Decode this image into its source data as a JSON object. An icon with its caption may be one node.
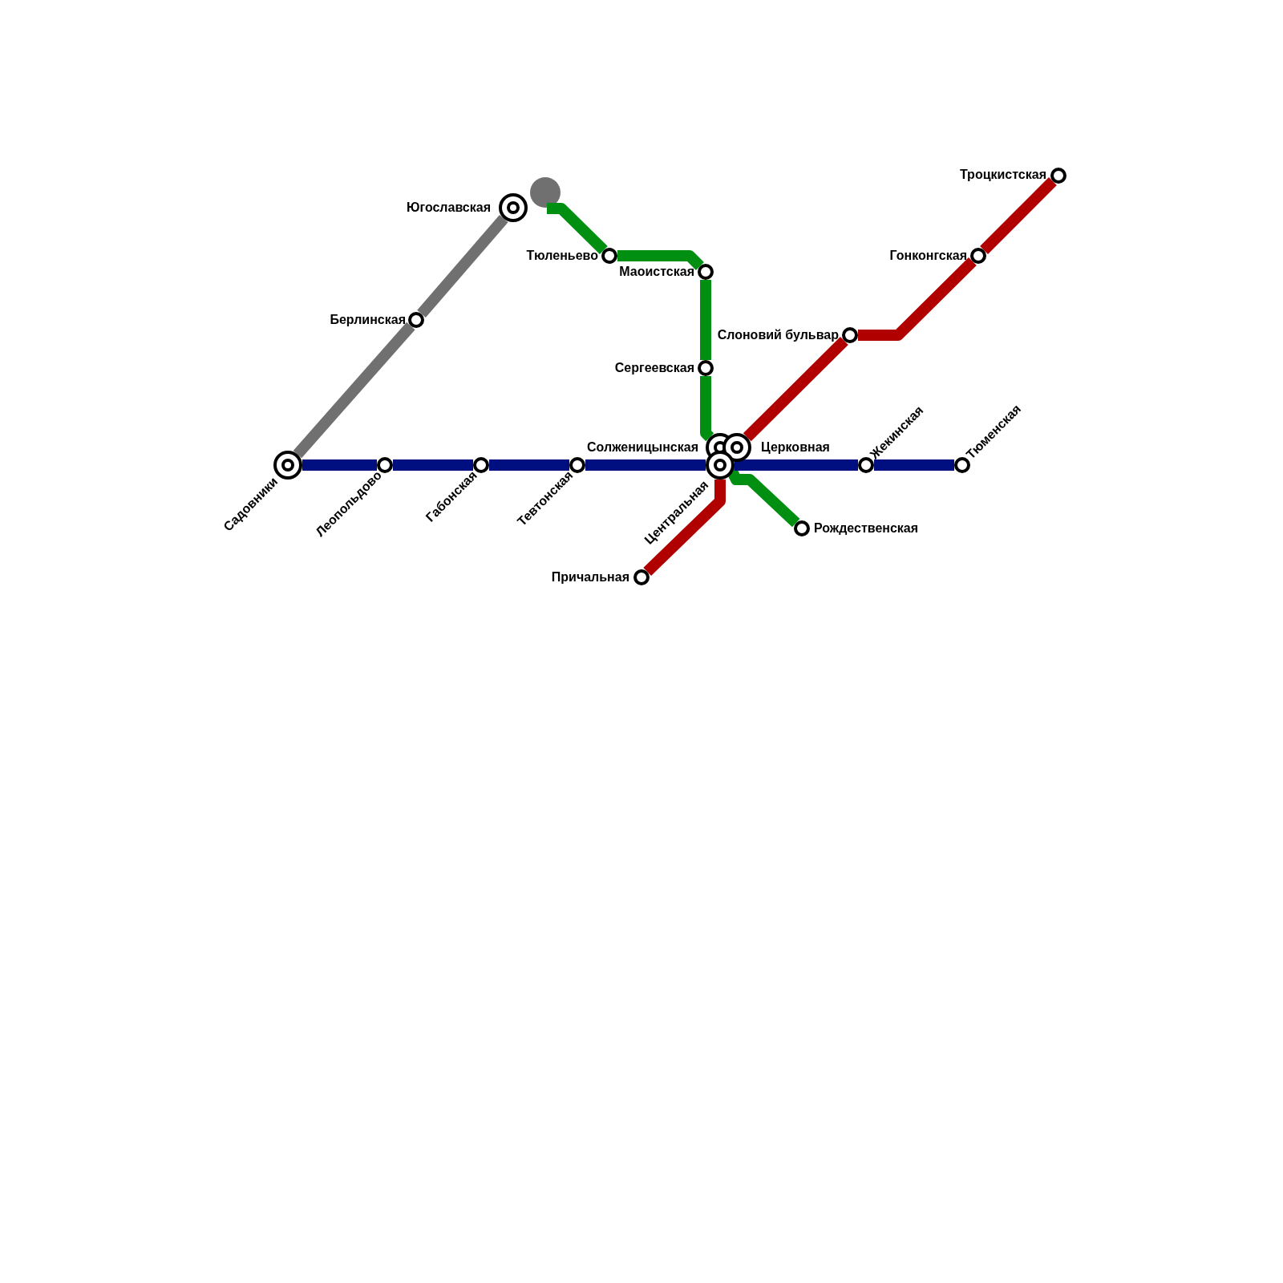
{
  "diagram": {
    "nodes": [
      {
        "text": [],
        "shape": "circle",
        "beside": [
          "Троцкистская"
        ]
      },
      {
        "text": [],
        "shape": "bullseye",
        "beside": [
          "Югославская"
        ]
      },
      {
        "text": [],
        "shape": "circle",
        "beside": [
          "Тюленьево"
        ]
      },
      {
        "text": [],
        "shape": "circle",
        "beside": [
          "Гонконгская"
        ]
      },
      {
        "text": [],
        "shape": "circle",
        "beside": [
          "Маоистская"
        ]
      },
      {
        "text": [],
        "shape": "circle",
        "beside": [
          "Берлинская"
        ]
      },
      {
        "text": [],
        "shape": "circle",
        "beside": [
          "Слоновий бульвар"
        ]
      },
      {
        "text": [],
        "shape": "circle",
        "beside": [
          "Сергеевская"
        ]
      },
      {
        "text": [],
        "shape": "bullseye",
        "beside": [
          "Солженицынская"
        ]
      },
      {
        "text": [],
        "shape": "bullseye",
        "beside": [
          "Церковная"
        ]
      },
      {
        "text": [],
        "shape": "bullseye",
        "beside": [
          "Садовники"
        ]
      },
      {
        "text": [],
        "shape": "circle",
        "beside": [
          "Леопольдово"
        ]
      },
      {
        "text": [],
        "shape": "circle",
        "beside": [
          "Габонская"
        ]
      },
      {
        "text": [],
        "shape": "circle",
        "beside": [
          "Тевтонская"
        ]
      },
      {
        "text": [],
        "shape": "bullseye",
        "beside": [
          "Центральная"
        ]
      },
      {
        "text": [],
        "shape": "circle",
        "beside": [
          "Жекинская"
        ]
      },
      {
        "text": [],
        "shape": "circle",
        "beside": [
          "Тюменская"
        ]
      },
      {
        "text": [],
        "shape": "circle",
        "beside": [
          "Рождественская"
        ]
      },
      {
        "text": [],
        "shape": "circle",
        "beside": [
          "Причальная"
        ]
      }
    ],
    "edges": [
      {
        "from": 10,
        "to": 5,
        "arrow": "none",
        "color": "#707070"
      },
      {
        "from": 5,
        "to": 1,
        "arrow": "none",
        "color": "#707070"
      },
      {
        "from": null,
        "to": 2,
        "arrow": "none",
        "color": "#008f10"
      },
      {
        "from": 2,
        "to": 4,
        "arrow": "none",
        "color": "#008f10"
      },
      {
        "from": 4,
        "to": 7,
        "arrow": "none",
        "color": "#008f10"
      },
      {
        "from": 7,
        "to": 8,
        "arrow": "none",
        "color": "#008f10"
      },
      {
        "from": 8,
        "to": 17,
        "arrow": "none",
        "color": "#008f10"
      },
      {
        "from": 10,
        "to": 11,
        "arrow": "none",
        "color": "#000f80"
      },
      {
        "from": 11,
        "to": 12,
        "arrow": "none",
        "color": "#000f80"
      },
      {
        "from": 12,
        "to": 13,
        "arrow": "none",
        "color": "#000f80"
      },
      {
        "from": 13,
        "to": 14,
        "arrow": "none",
        "color": "#000f80"
      },
      {
        "from": 14,
        "to": 15,
        "arrow": "none",
        "color": "#000f80"
      },
      {
        "from": 15,
        "to": 16,
        "arrow": "none",
        "color": "#000f80"
      },
      {
        "from": 18,
        "to": 14,
        "arrow": "none",
        "color": "#b00000"
      },
      {
        "from": 9,
        "to": 6,
        "arrow": "none",
        "color": "#b00000"
      },
      {
        "from": 6,
        "to": 3,
        "arrow": "none",
        "color": "#b00000"
      },
      {
        "from": 3,
        "to": 0,
        "arrow": "none",
        "color": "#b00000"
      }
    ]
  }
}
